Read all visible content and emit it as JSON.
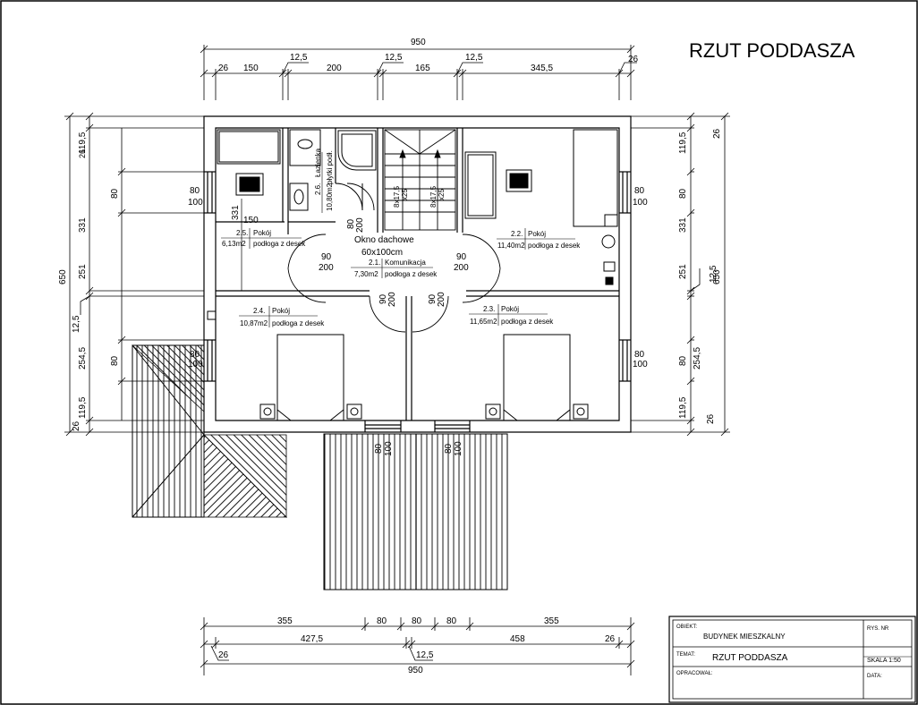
{
  "sheet_title": "RZUT PODDASZA",
  "dims_top": {
    "overall": "950",
    "wall_left": "26",
    "seg1": "150",
    "sep1": "12,5",
    "seg2": "200",
    "sep2": "12,5",
    "seg3": "165",
    "sep3": "12,5",
    "seg4": "345,5",
    "wall_right": "26"
  },
  "dims_bottom": {
    "overall": "950",
    "wall_left": "26",
    "left": "427,5",
    "sep": "12,5",
    "right": "458",
    "wall_right": "26",
    "p1": "355",
    "p2": "80",
    "p3": "80",
    "p4": "80",
    "p5": "355"
  },
  "dims_left": {
    "overall": "650",
    "s1": "26",
    "s2": "119,5",
    "s3": "80",
    "s4": "331",
    "s5": "251",
    "s6": "12,5",
    "s7": "254,5",
    "s8": "80",
    "s9": "119,5",
    "s10": "26"
  },
  "dims_right": {
    "overall": "650",
    "s1": "26",
    "s2": "119,5",
    "s3": "80",
    "s4": "331",
    "s5": "251",
    "s6": "12,5",
    "s7": "254,5",
    "s8": "80",
    "s9": "119,5",
    "s10": "26"
  },
  "rooms": {
    "r21": {
      "num": "2.1.",
      "name": "Komunikacja",
      "area": "7,30m2",
      "floor": "podłoga z desek"
    },
    "r22": {
      "num": "2.2.",
      "name": "Pokój",
      "area": "11,40m2",
      "floor": "podłoga z desek"
    },
    "r23": {
      "num": "2.3.",
      "name": "Pokój",
      "area": "11,65m2",
      "floor": "podłoga z desek"
    },
    "r24": {
      "num": "2.4.",
      "name": "Pokój",
      "area": "10,87m2",
      "floor": "podłoga z desek"
    },
    "r25": {
      "num": "2.5.",
      "name": "Pokój",
      "area": "6,13m2",
      "floor": "podłoga z desek"
    },
    "r26": {
      "num": "2.6.",
      "name": "Łazienka",
      "area": "10,80m2",
      "floor": "płytki podł."
    }
  },
  "stairs": {
    "left": "8x17,5",
    "left_b": "x25",
    "right": "8x17,5",
    "right_b": "x25"
  },
  "skylight": {
    "label": "Okno dachowe",
    "size": "60x100cm"
  },
  "windows": {
    "top": "80",
    "bottom": "100"
  },
  "doors": {
    "width": "90",
    "height": "200",
    "bath_w": "80",
    "bath_h": "200"
  },
  "interior_dims": {
    "d331": "331",
    "d150": "150"
  },
  "title_block": {
    "object_label": "OBIEKT:",
    "object_value": "BUDYNEK MIESZKALNY",
    "topic_label": "TEMAT:",
    "topic_value": "RZUT PODDASZA",
    "author_label": "OPRACOWAŁ:",
    "drawing_label": "RYS. NR",
    "scale": "SKALA 1:50",
    "date_label": "DATA:"
  }
}
